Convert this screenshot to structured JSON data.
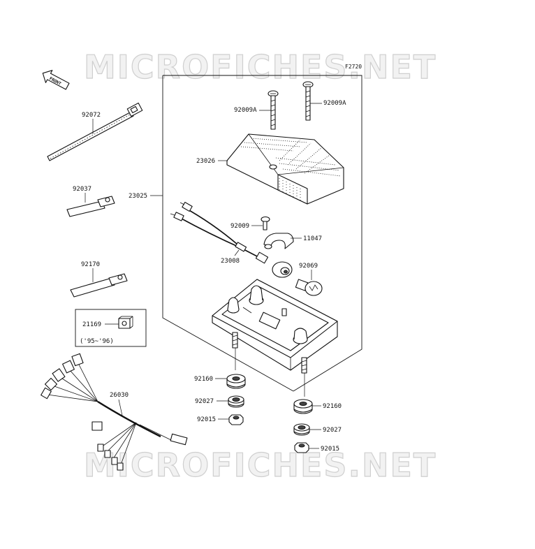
{
  "watermark": {
    "text": "MICROFICHES.NET"
  },
  "figure_code": "F2720",
  "front_indicator": "FRONT",
  "inset": {
    "part": "21169",
    "note": "('95~'96)"
  },
  "parts": {
    "p92009a_left": "92009A",
    "p92009a_right": "92009A",
    "p23026": "23026",
    "p23025": "23025",
    "p92009": "92009",
    "p11047": "11047",
    "p23008": "23008",
    "p92069": "92069",
    "p92072": "92072",
    "p92037": "92037",
    "p92170": "92170",
    "p26030": "26030",
    "p92160_left": "92160",
    "p92027_left": "92027",
    "p92015_left": "92015",
    "p92160_right": "92160",
    "p92027_right": "92027",
    "p92015_right": "92015"
  }
}
